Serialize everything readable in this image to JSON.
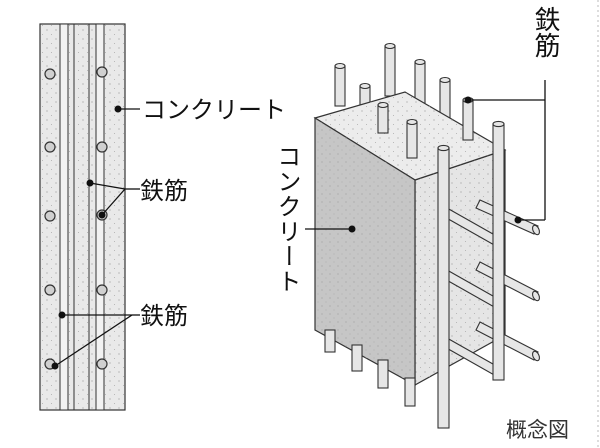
{
  "labels": {
    "concrete_left": "コンクリート",
    "rebar_left_upper": "鉄筋",
    "rebar_left_lower": "鉄筋",
    "rebar_right": "鉄筋",
    "concrete_right": "コンクリート",
    "caption": "概念図"
  }
}
